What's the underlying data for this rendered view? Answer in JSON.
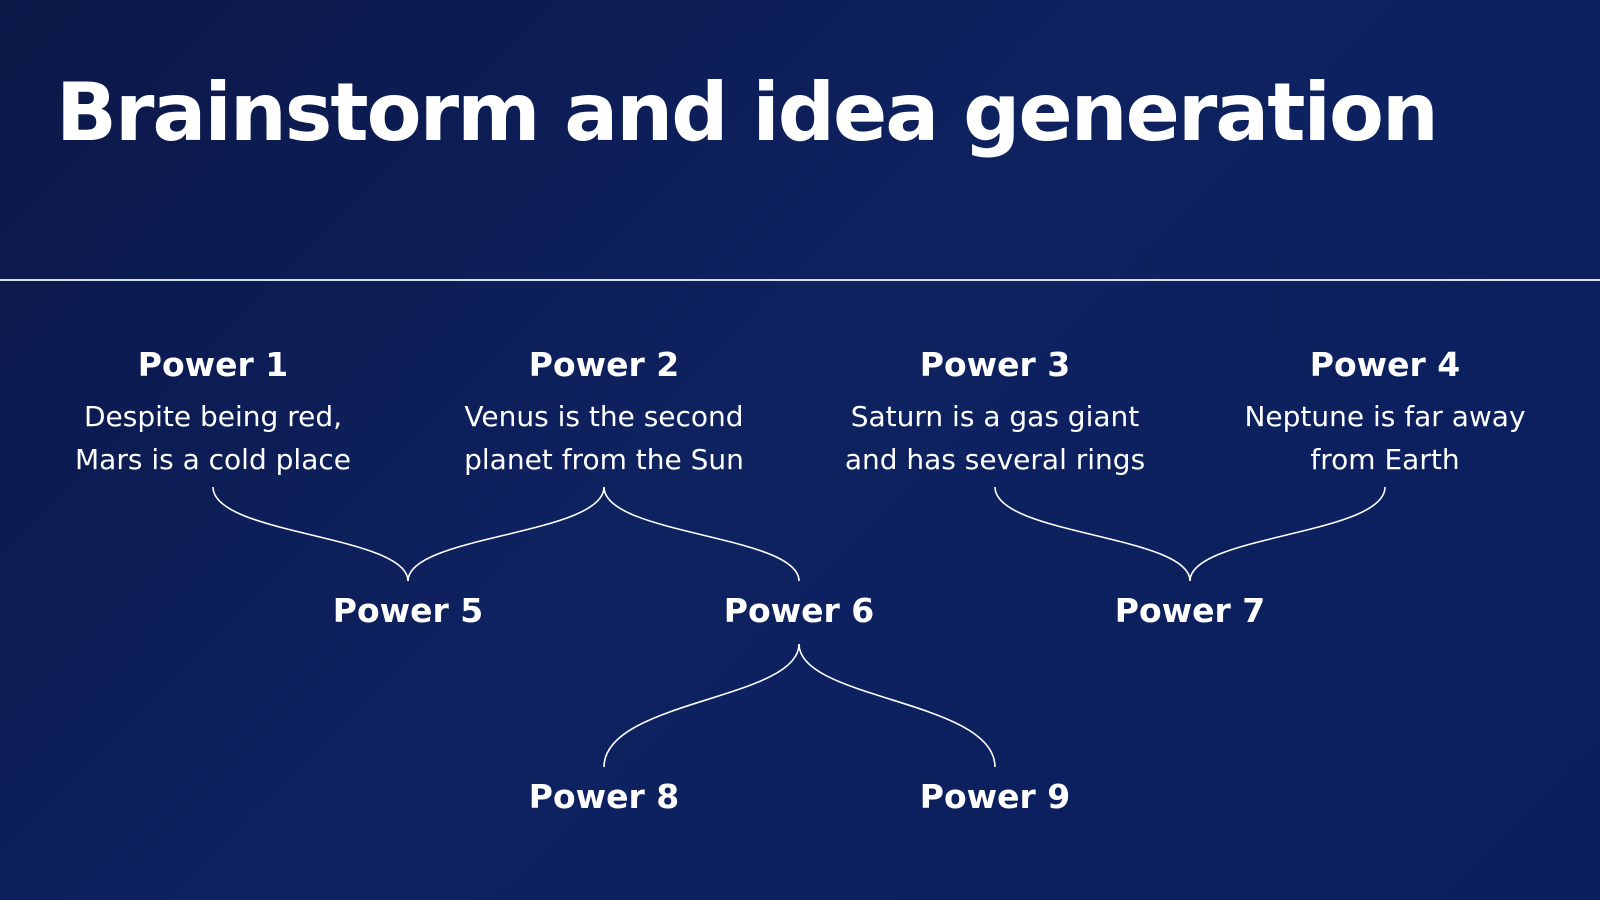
{
  "title": "Brainstorm and idea generation",
  "colors": {
    "background_start": "#0b1747",
    "background_end": "#0b1f5e",
    "text": "#ffffff",
    "divider": "#d9def0"
  },
  "nodes": [
    {
      "id": "p1",
      "label": "Power 1",
      "desc": [
        "Despite being red,",
        "Mars is a cold place"
      ]
    },
    {
      "id": "p2",
      "label": "Power 2",
      "desc": [
        "Venus is the second",
        "planet from the Sun"
      ]
    },
    {
      "id": "p3",
      "label": "Power 3",
      "desc": [
        "Saturn is a gas giant",
        "and has several rings"
      ]
    },
    {
      "id": "p4",
      "label": "Power 4",
      "desc": [
        "Neptune is far away",
        "from Earth"
      ]
    },
    {
      "id": "p5",
      "label": "Power 5"
    },
    {
      "id": "p6",
      "label": "Power 6"
    },
    {
      "id": "p7",
      "label": "Power 7"
    },
    {
      "id": "p8",
      "label": "Power 8"
    },
    {
      "id": "p9",
      "label": "Power 9"
    }
  ],
  "connections": [
    {
      "from": [
        "p1",
        "p2"
      ],
      "to": "p5"
    },
    {
      "from": [
        "p2"
      ],
      "to": "p6"
    },
    {
      "from": [
        "p3",
        "p4"
      ],
      "to": "p7"
    },
    {
      "from": [
        "p6"
      ],
      "to": [
        "p8",
        "p9"
      ]
    }
  ]
}
